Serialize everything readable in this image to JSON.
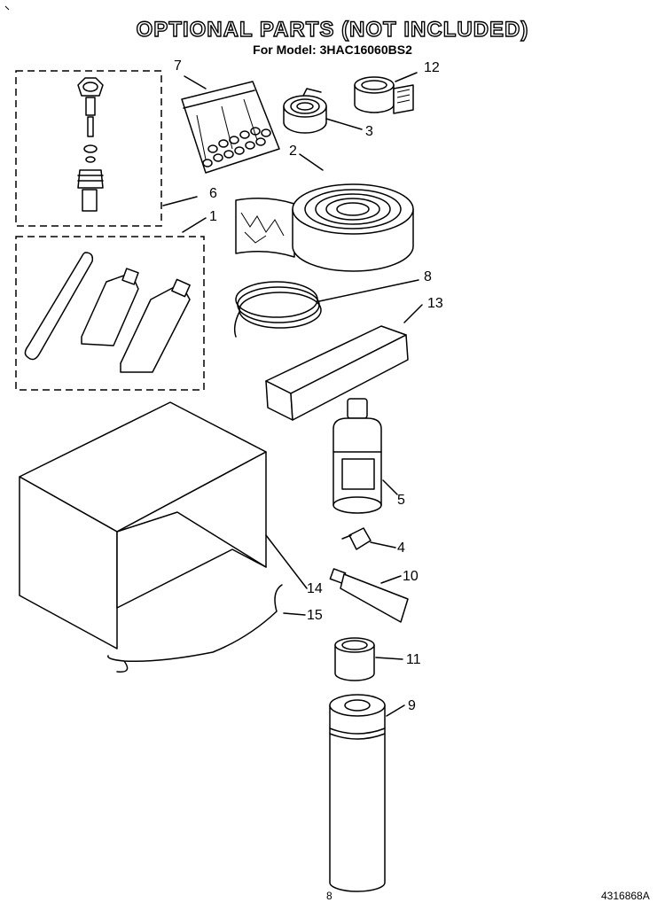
{
  "header": {
    "title": "OPTIONAL PARTS (NOT INCLUDED)",
    "model_line": "For Model: 3HAC16060BS2"
  },
  "callouts": [
    "1",
    "2",
    "3",
    "4",
    "5",
    "6",
    "7",
    "8",
    "9",
    "10",
    "11",
    "12",
    "13",
    "14",
    "15"
  ],
  "footer": {
    "page_number": "8",
    "doc_number": "4316868A"
  }
}
